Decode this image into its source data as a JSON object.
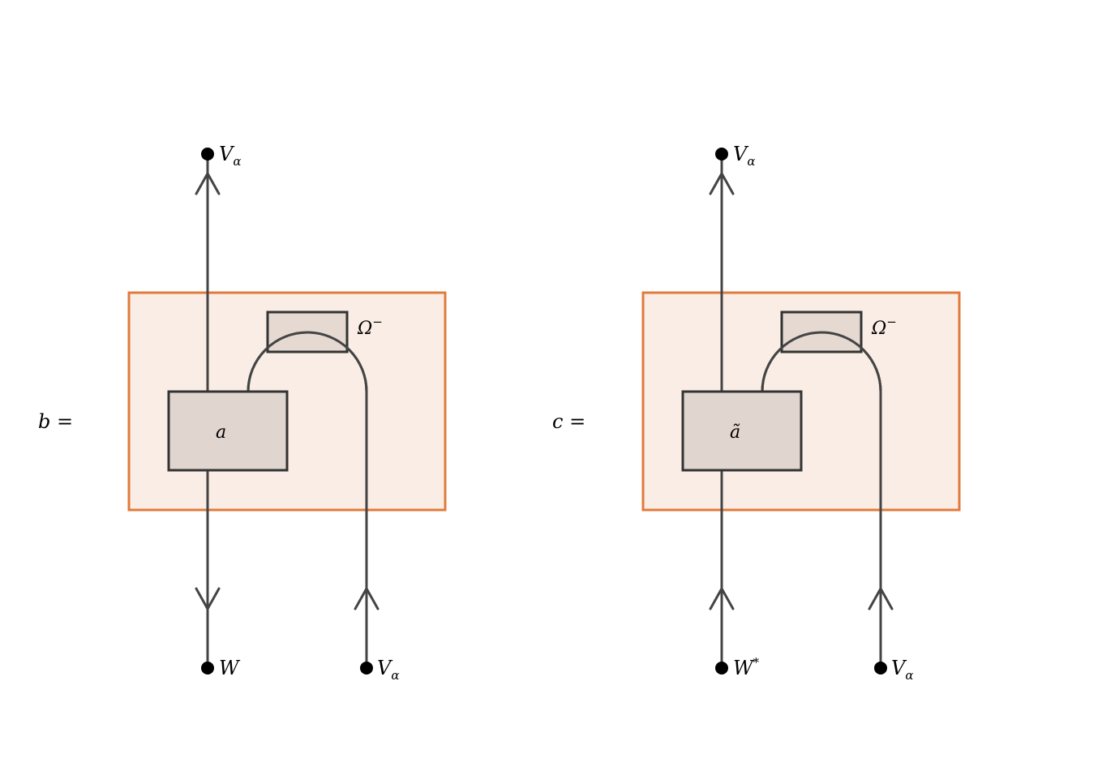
{
  "colors": {
    "frame_stroke": "#e07b3c",
    "frame_fill": "#faede5",
    "box_fill": "#e0d5cf",
    "line": "#444444"
  },
  "panels": [
    {
      "id": "b",
      "lhs": "b =",
      "box_label": "a",
      "omega_label": "Ω",
      "omega_sup": "−",
      "top_label": "V",
      "top_sub": "α",
      "bottom_left_label": "W",
      "bottom_left_sup": "",
      "bottom_right_label": "V",
      "bottom_right_sub": "α",
      "left_bottom_arrow": "down"
    },
    {
      "id": "c",
      "lhs": "c =",
      "box_label": "ã",
      "omega_label": "Ω",
      "omega_sup": "−",
      "top_label": "V",
      "top_sub": "α",
      "bottom_left_label": "W",
      "bottom_left_sup": "*",
      "bottom_right_label": "V",
      "bottom_right_sub": "α",
      "left_bottom_arrow": "up"
    }
  ]
}
